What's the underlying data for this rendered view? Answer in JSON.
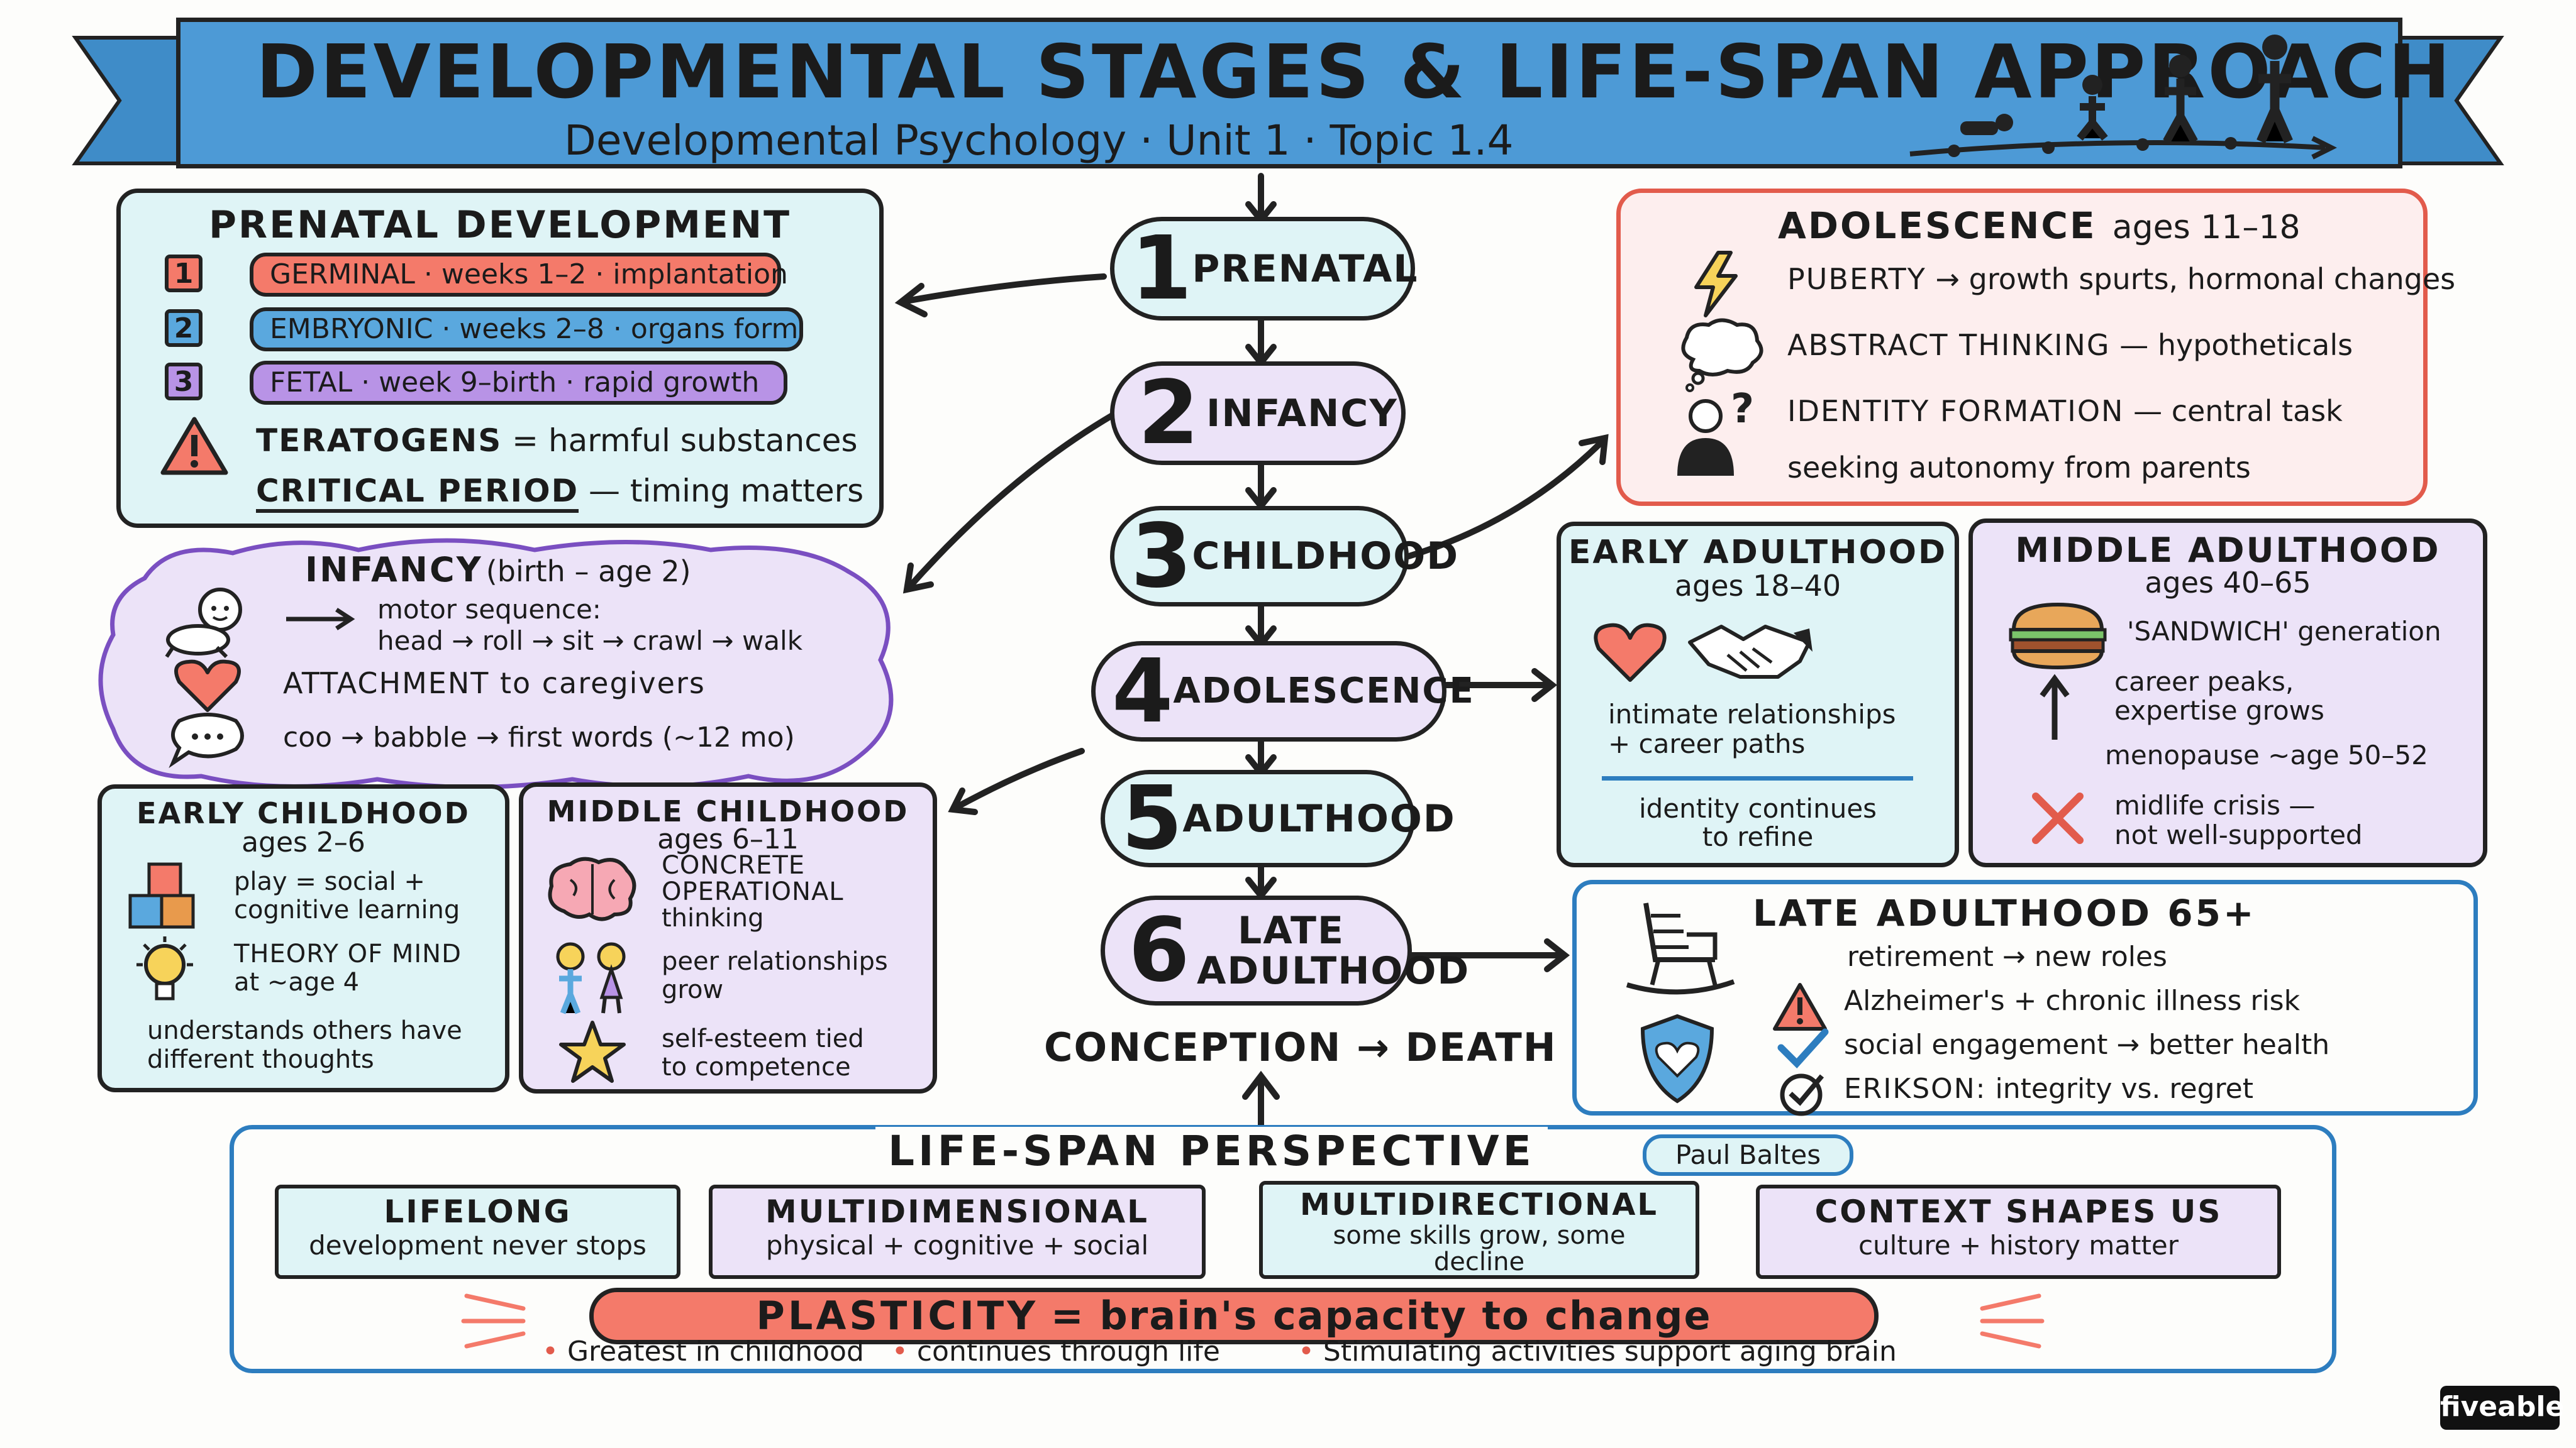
{
  "header": {
    "title": "DEVELOPMENTAL STAGES & LIFE-SPAN APPROACH",
    "subtitle": "Developmental Psychology · Unit 1 · Topic 1.4"
  },
  "stages": [
    {
      "num": "1",
      "label": "PRENATAL"
    },
    {
      "num": "2",
      "label": "INFANCY"
    },
    {
      "num": "3",
      "label": "CHILDHOOD"
    },
    {
      "num": "4",
      "label": "ADOLESCENCE"
    },
    {
      "num": "5",
      "label": "ADULTHOOD"
    },
    {
      "num": "6",
      "label": "LATE ADULTHOOD"
    }
  ],
  "timeline_caption": {
    "start": "CONCEPTION",
    "end": "DEATH"
  },
  "prenatal": {
    "title": "PRENATAL DEVELOPMENT",
    "phases": [
      {
        "n": "1",
        "text": "GERMINAL · weeks 1–2 · implantation",
        "color": "#f47a6a"
      },
      {
        "n": "2",
        "text": "EMBRYONIC · weeks 2–8 · organs form",
        "color": "#5aa8de"
      },
      {
        "n": "3",
        "text": "FETAL · week 9–birth · rapid growth",
        "color": "#b893e6"
      }
    ],
    "teratogens_term": "TERATOGENS",
    "teratogens_def": "= harmful substances",
    "critical_term": "CRITICAL PERIOD",
    "critical_def": "— timing matters"
  },
  "infancy": {
    "title": "INFANCY",
    "ages": "(birth – age 2)",
    "motor_label": "motor sequence:",
    "motor_seq": "head → roll → sit → crawl → walk",
    "attachment": "ATTACHMENT to caregivers",
    "language": "coo → babble → first words (~12 mo)"
  },
  "early_childhood": {
    "title": "EARLY CHILDHOOD",
    "ages": "ages 2–6",
    "play_1": "play = social +",
    "play_2": "cognitive learning",
    "tom_1": "THEORY OF MIND",
    "tom_2": "at ~age 4",
    "under_1": "understands others have",
    "under_2": "different thoughts"
  },
  "middle_childhood": {
    "title": "MIDDLE CHILDHOOD",
    "ages": "ages 6–11",
    "concrete_1": "CONCRETE",
    "concrete_2": "OPERATIONAL",
    "concrete_3": "thinking",
    "peer_1": "peer relationships",
    "peer_2": "grow",
    "esteem_1": "self-esteem tied",
    "esteem_2": "to competence"
  },
  "adolescence": {
    "title": "ADOLESCENCE",
    "ages": "ages 11–18",
    "items": [
      {
        "term": "PUBERTY",
        "rest": "→ growth spurts, hormonal changes"
      },
      {
        "term": "ABSTRACT THINKING",
        "rest": "— hypotheticals"
      },
      {
        "term": "IDENTITY FORMATION",
        "rest": "— central task"
      }
    ],
    "autonomy": "seeking autonomy from parents"
  },
  "early_adulthood": {
    "title": "EARLY ADULTHOOD",
    "ages": "ages 18–40",
    "line_1": "intimate relationships",
    "line_2": "+ career paths",
    "line_3": "identity continues",
    "line_4": "to refine"
  },
  "middle_adulthood": {
    "title": "MIDDLE ADULTHOOD",
    "ages": "ages 40–65",
    "sandwich": "'SANDWICH' generation",
    "career_1": "career peaks,",
    "career_2": "expertise grows",
    "menopause": "menopause ~age 50–52",
    "crisis_1": "midlife crisis —",
    "crisis_2": "not well-supported"
  },
  "late_adulthood": {
    "title": "LATE ADULTHOOD 65+",
    "retire": "retirement → new roles",
    "risk": "Alzheimer's + chronic illness risk",
    "social": "social engagement → better health",
    "erikson_term": "ERIKSON:",
    "erikson_rest": "integrity vs. regret"
  },
  "lifespan": {
    "title": "LIFE-SPAN PERSPECTIVE",
    "author": "Paul Baltes",
    "principles": [
      {
        "head": "LIFELONG",
        "sub": "development never stops",
        "color": "#dff4f6"
      },
      {
        "head": "MULTIDIMENSIONAL",
        "sub": "physical + cognitive + social",
        "color": "#ece3f8"
      },
      {
        "head": "MULTIDIRECTIONAL",
        "sub": "some skills grow, some decline",
        "color": "#dff4f6"
      },
      {
        "head": "CONTEXT SHAPES US",
        "sub": "culture + history matter",
        "color": "#ece3f8"
      }
    ],
    "plasticity_term": "PLASTICITY",
    "plasticity_def": "= brain's capacity to change",
    "bullets": [
      "Greatest in childhood",
      "continues through life",
      "Stimulating activities support aging brain"
    ]
  },
  "brand": "fiveable",
  "colors": {
    "banner": "#4d9ad6",
    "cyan": "#dff4f6",
    "purple": "#ece3f8",
    "pink": "#fdeeee",
    "coral": "#f47a6a",
    "lateBorder": "#2d7dbf"
  }
}
